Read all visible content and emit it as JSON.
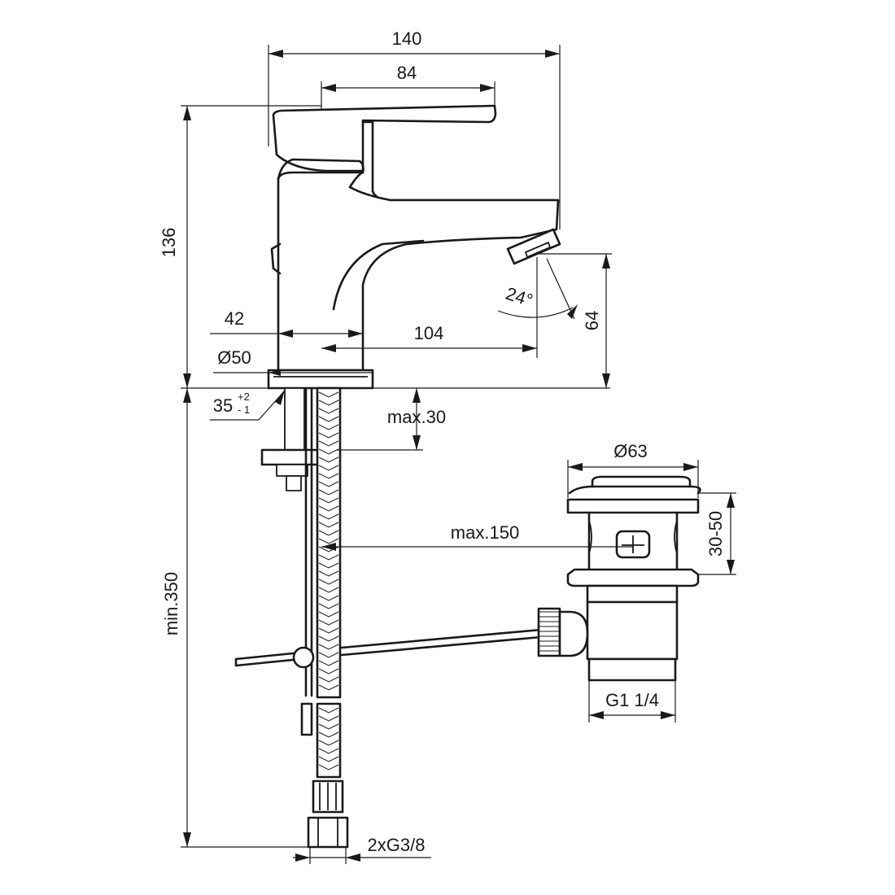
{
  "dimensions": {
    "overall_width": "140",
    "handle_reach": "84",
    "total_height": "136",
    "body_width": "42",
    "base_diameter": "Ø50",
    "hole_diameter": "35",
    "hole_tol_upper": "+2",
    "hole_tol_lower": "- 1",
    "spout_reach": "104",
    "spout_angle": "24°",
    "spout_height": "64",
    "max_deck": "max.30",
    "waste_diameter": "Ø63",
    "waste_height": "30-50",
    "max_rod": "max.150",
    "min_hose": "min.350",
    "waste_thread": "G1 1/4",
    "hose_thread": "2xG3/8"
  }
}
